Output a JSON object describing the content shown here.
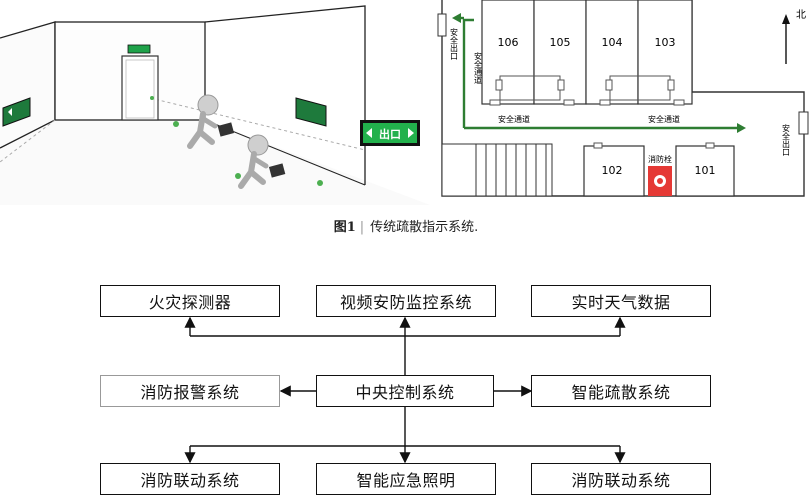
{
  "figure": {
    "number": "图1",
    "caption": "传统疏散指示系统."
  },
  "corridor_scene": {
    "exit_sign_text": "出口"
  },
  "floor_plan": {
    "rooms": [
      "106",
      "105",
      "104",
      "103",
      "102",
      "101"
    ],
    "north_label": "北",
    "safety_exit_label": "安全出口",
    "passage_label": "安全通道",
    "hydrant_label": "消防栓"
  },
  "diagram": {
    "center": "中央控制系统",
    "top": [
      "火灾探测器",
      "视频安防监控系统",
      "实时天气数据"
    ],
    "middle_left": "消防报警系统",
    "middle_right": "智能疏散系统",
    "bottom": [
      "消防联动系统",
      "智能应急照明",
      "消防联动系统"
    ]
  },
  "colors": {
    "exit_green": "#2e7d32",
    "sign_green": "#1fa24a",
    "hydrant_red": "#e53935"
  }
}
